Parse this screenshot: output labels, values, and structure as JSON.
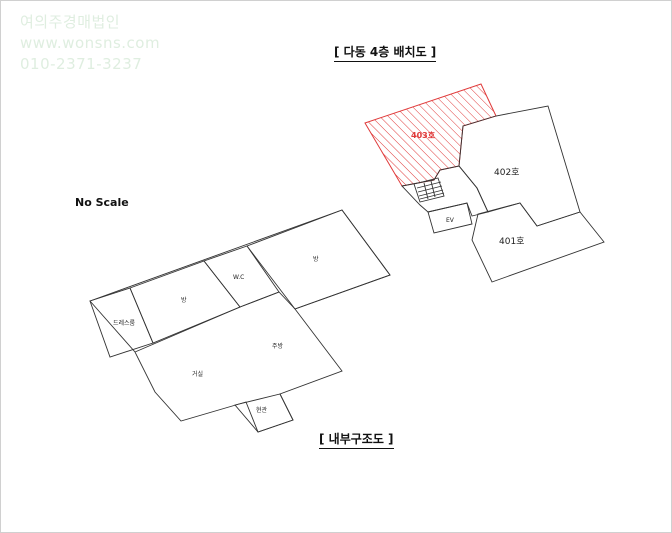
{
  "watermark": {
    "company": "여의주경매법인",
    "website": "www.wonsns.com",
    "phone": "010-2371-3237"
  },
  "titles": {
    "site_plan": "[ 다동 4층 배치도 ]",
    "floor_plan": "[ 내부구조도 ]"
  },
  "scale_note": "No Scale",
  "site_plan": {
    "highlight_color": "#e03a3a",
    "units": {
      "unit_403": "403호",
      "unit_402": "402호",
      "unit_401": "401호",
      "elevator": "EV"
    }
  },
  "floor_plan": {
    "rooms": {
      "dressing_room": "드레스룸",
      "room_left": "방",
      "wc": "W.C",
      "room_right": "방",
      "living_room": "거실",
      "kitchen": "주방",
      "entrance": "현관"
    }
  }
}
